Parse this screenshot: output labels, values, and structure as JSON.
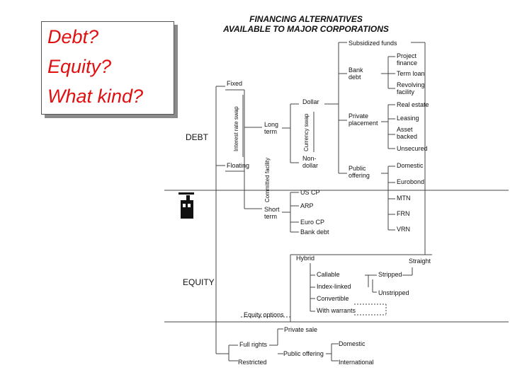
{
  "callout": {
    "line1": "Debt?",
    "line2": "Equity?",
    "line3": "What kind?"
  },
  "title": {
    "line1": "FINANCING ALTERNATIVES",
    "line2": "AVAILABLE TO MAJOR CORPORATIONS"
  },
  "labels": {
    "debt": "DEBT",
    "equity": "EQUITY",
    "fixed": "Fixed",
    "floating": "Floating",
    "interest_rate_swap": "Interest rate swap",
    "long_term_1": "Long",
    "long_term_2": "term",
    "committed_facility": "Committed facility",
    "short_term_1": "Short",
    "short_term_2": "term",
    "dollar": "Dollar",
    "currency_swap": "Currency swap",
    "non_dollar_1": "Non-",
    "non_dollar_2": "dollar",
    "us_cp": "US CP",
    "arp": "ARP",
    "euro_cp": "Euro CP",
    "bank_debt_lower": "Bank debt",
    "subsidized_funds": "Subsidized funds",
    "bank_debt_1": "Bank",
    "bank_debt_2": "debt",
    "project_finance_1": "Project",
    "project_finance_2": "finance",
    "term_loan": "Term loan",
    "revolving_1": "Revolving",
    "revolving_2": "facility",
    "private_placement_1": "Private",
    "private_placement_2": "placement",
    "real_estate": "Real estate",
    "leasing": "Leasing",
    "asset_backed_1": "Asset",
    "asset_backed_2": "backed",
    "unsecured": "Unsecured",
    "public_offering_1": "Public",
    "public_offering_2": "offering",
    "domestic": "Domestic",
    "eurobond": "Eurobond",
    "mtn": "MTN",
    "frn": "FRN",
    "vrn": "VRN",
    "hybrid": "Hybrid",
    "straight": "Straight",
    "stripped": "Stripped",
    "unstripped": "Unstripped",
    "callable": "Callable",
    "index_linked": "Index-linked",
    "convertible": "Convertible",
    "with_warrants": "With warrants",
    "equity_options": "Equity options",
    "private_sale": "Private sale",
    "full_rights": "Full rights",
    "restricted": "Restricted",
    "public_offering_eq": "Public offering",
    "domestic_eq": "Domestic",
    "international": "International"
  }
}
